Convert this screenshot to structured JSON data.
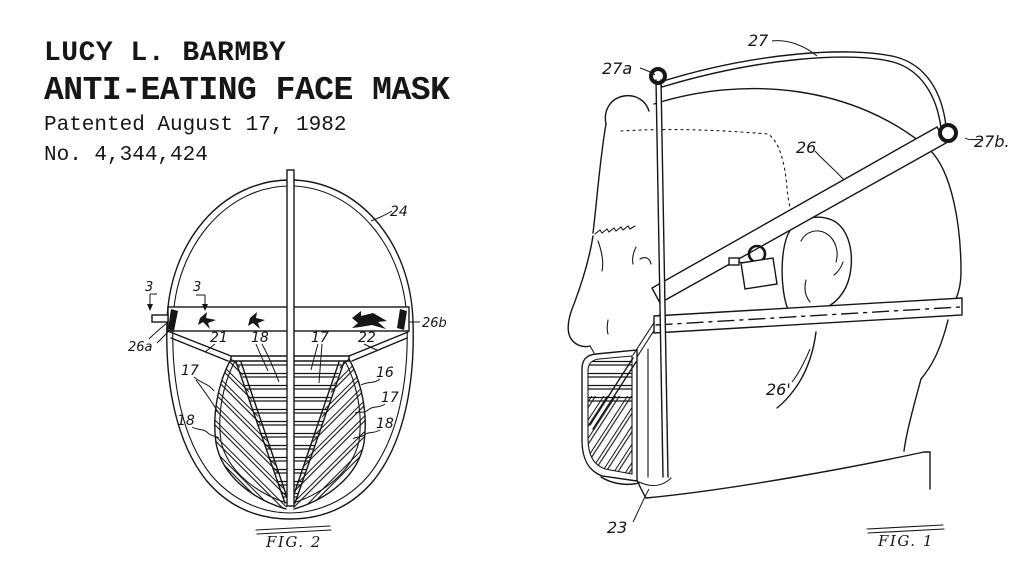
{
  "header": {
    "inventor": "LUCY L. BARMBY",
    "title": "ANTI-EATING FACE MASK",
    "patented": "Patented August 17, 1982",
    "number": "No. 4,344,424"
  },
  "figures": {
    "fig2": {
      "caption": "FIG. 2",
      "view": "front view of face mask",
      "labels": [
        {
          "text": "24"
        },
        {
          "text": "3"
        },
        {
          "text": "3"
        },
        {
          "text": "26a"
        },
        {
          "text": "26b"
        },
        {
          "text": "21"
        },
        {
          "text": "18"
        },
        {
          "text": "17"
        },
        {
          "text": "22"
        },
        {
          "text": "17"
        },
        {
          "text": "16"
        },
        {
          "text": "17"
        },
        {
          "text": "18"
        },
        {
          "text": "18"
        }
      ]
    },
    "fig1": {
      "caption": "FIG. 1",
      "view": "side view of mask worn on head",
      "labels": [
        {
          "text": "27"
        },
        {
          "text": "27a"
        },
        {
          "text": "27b."
        },
        {
          "text": "26"
        },
        {
          "text": "26'"
        },
        {
          "text": "23"
        }
      ]
    }
  },
  "colors": {
    "ink": "#161616",
    "background": "#ffffff"
  }
}
